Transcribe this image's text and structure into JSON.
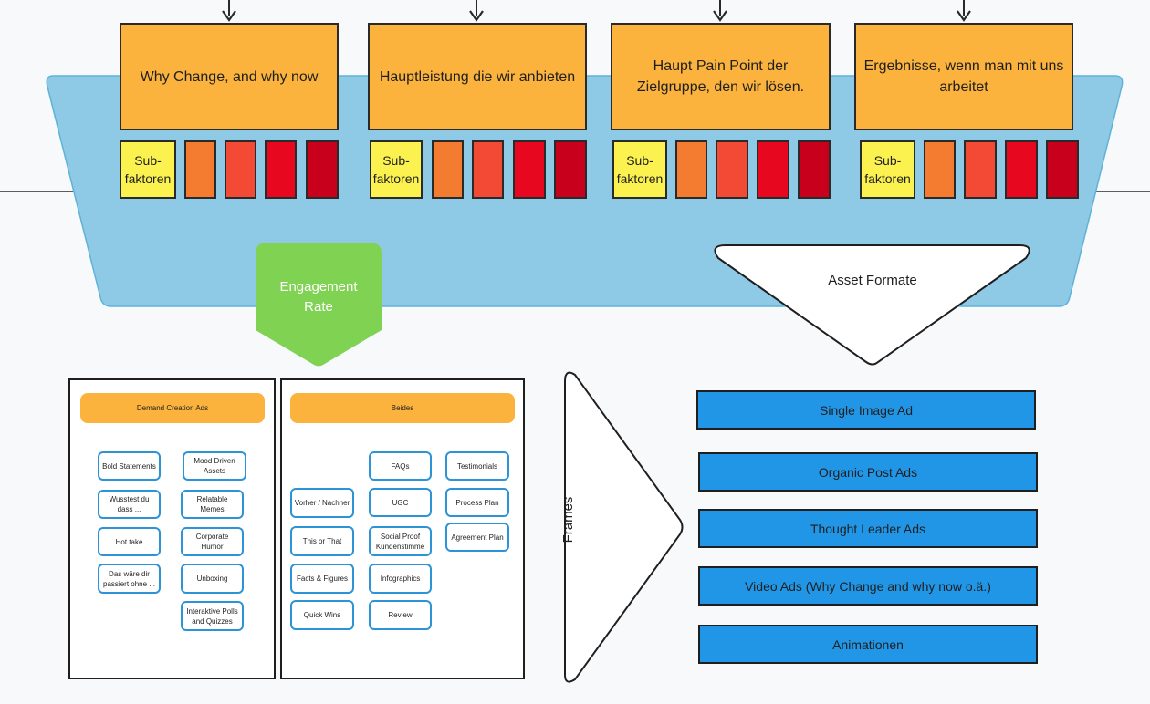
{
  "top_boxes": [
    {
      "text": "Why Change, and why now"
    },
    {
      "text": "Hauptleistung die wir anbieten"
    },
    {
      "text": "Haupt Pain Point der Zielgruppe, den wir lösen."
    },
    {
      "text": "Ergebnisse, wenn man mit uns arbeitet"
    }
  ],
  "sub_label": "Sub-faktoren",
  "engagement_label": "Engagement Rate",
  "asset_formate_label": "Asset Formate",
  "frames_label": "Frames",
  "left_panel": {
    "header": "Demand Creation Ads",
    "chips": [
      "Bold Statements",
      "Mood Driven Assets",
      "Wusstest du dass ...",
      "Relatable Memes",
      "Hot take",
      "Corporate Humor",
      "Das wäre dir passiert ohne ...",
      "Unboxing",
      "Interaktive Polls and Quizzes"
    ]
  },
  "right_panel": {
    "header": "Beides",
    "chips": [
      "FAQs",
      "Testimonials",
      "Vorher / Nachher",
      "UGC",
      "Process Plan",
      "This or That",
      "Social Proof Kundenstimme",
      "Agreement Plan",
      "Facts & Figures",
      "Infographics",
      "Quick Wins",
      "Review"
    ]
  },
  "asset_formats": [
    "Single Image Ad",
    "Organic Post Ads",
    "Thought Leader Ads",
    "Video Ads (Why Change and why now o.ä.)",
    "Animationen"
  ],
  "colors": {
    "background": "#f8f9fa",
    "funnel": "#8ecae6",
    "top_box": "#fbb33d",
    "sub_box": "#fbf250",
    "sq1": "#f47c30",
    "sq2": "#f34a35",
    "sq3": "#e7081f",
    "sq4": "#c8001b",
    "engagement": "#80d253",
    "chip_border": "#2d93d7",
    "format": "#2196e7"
  }
}
